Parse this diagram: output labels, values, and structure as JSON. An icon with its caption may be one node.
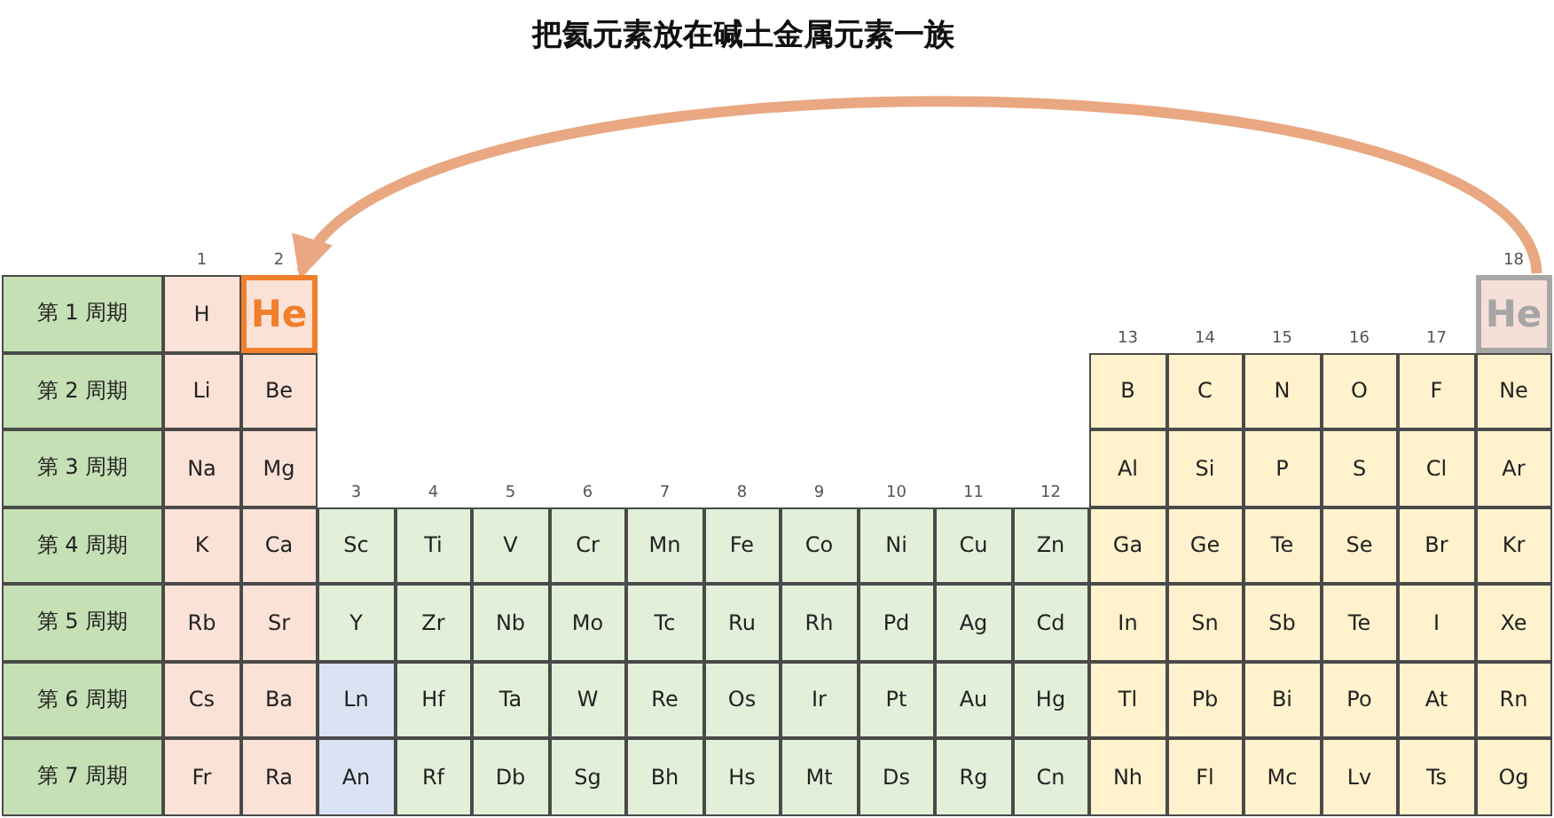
{
  "diagram": {
    "nodes": [
      {
        "text": [
          "He"
        ]
      },
      {
        "text": [
          "He"
        ]
      }
    ],
    "edges": [
      {
        "from": 1,
        "to": 0,
        "arrow": "to",
        "label": "把氦元素放在碱土金属元素一族",
        "color": "#e9a882"
      }
    ],
    "labels": [
      "1",
      "2",
      "18",
      "第 1 周期",
      "H",
      "13",
      "14",
      "15",
      "16",
      "17",
      "第 2 周期",
      "Li",
      "Be",
      "B",
      "C",
      "N",
      "O",
      "F",
      "Ne",
      "第 3 周期",
      "Na",
      "Mg",
      "Al",
      "Si",
      "P",
      "S",
      "Cl",
      "Ar",
      "3",
      "4",
      "5",
      "6",
      "7",
      "8",
      "9",
      "10",
      "11",
      "12",
      "第 4 周期",
      "K",
      "Ca",
      "Sc",
      "Ti",
      "V",
      "Cr",
      "Mn",
      "Fe",
      "Co",
      "Ni",
      "Cu",
      "Zn",
      "Ga",
      "Ge",
      "Te",
      "Se",
      "Br",
      "Kr",
      "第 5 周期",
      "Rb",
      "Sr",
      "Y",
      "Zr",
      "Nb",
      "Mo",
      "Tc",
      "Ru",
      "Rh",
      "Pd",
      "Ag",
      "Cd",
      "In",
      "Sn",
      "Sb",
      "Te",
      "I",
      "Xe",
      "第 6 周期",
      "Cs",
      "Ba",
      "Ln",
      "Hf",
      "Ta",
      "W",
      "Re",
      "Os",
      "Ir",
      "Pt",
      "Au",
      "Hg",
      "Tl",
      "Pb",
      "Bi",
      "Po",
      "At",
      "Rn",
      "第 7 周期",
      "Fr",
      "Ra",
      "An",
      "Rf",
      "Db",
      "Sg",
      "Bh",
      "Hs",
      "Mt",
      "Ds",
      "Rg",
      "Cn",
      "Nh",
      "Fl",
      "Mc",
      "Lv",
      "Ts",
      "Og"
    ]
  }
}
